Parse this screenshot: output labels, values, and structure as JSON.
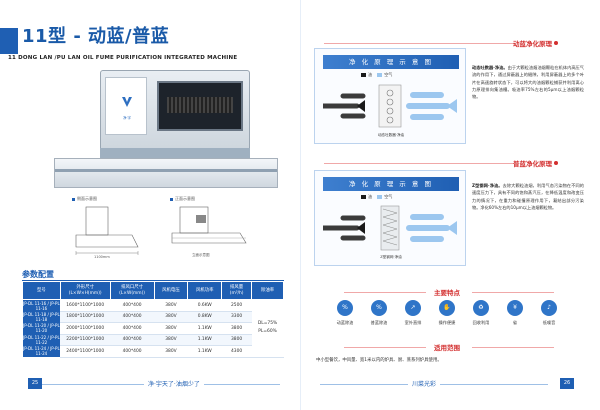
{
  "left_page": {
    "title": "11型 - 动蓝/普蓝",
    "subtitle": "11 DONG LAN /PU LAN OIL FUME PURIFICATION INTEGRATED MACHINE",
    "machine": {
      "logo_text": "净·宇"
    },
    "drawings": {
      "front_label": "侧面示意图",
      "side_label": "正面示意图",
      "dimension": "1100mm",
      "side_caption": "立面示意图"
    },
    "params": {
      "title": "参数配置",
      "headers": [
        "型号",
        "外形尺寸\n(L×W×H(mm))",
        "排风口尺寸\n(L×W(mm))",
        "风机电压",
        "风机功率",
        "排风量\n(m³/h)",
        "除油率"
      ],
      "rows": [
        {
          "model": "JP-DL 11-16 / JP-PL 11-16",
          "size": "1600*1100*1000",
          "outlet": "400*400",
          "voltage": "380V",
          "power": "0.6KW",
          "airflow": "2500"
        },
        {
          "model": "JP-DL 11-18 / JP-PL 11-18",
          "size": "1800*1100*1000",
          "outlet": "400*400",
          "voltage": "380V",
          "power": "0.8KW",
          "airflow": "3300"
        },
        {
          "model": "JP-DL 11-20 / JP-PL 11-20",
          "size": "2000*1100*1000",
          "outlet": "400*400",
          "voltage": "380V",
          "power": "1.1KW",
          "airflow": "3800"
        },
        {
          "model": "JP-DL 11-22 / JP-PL 11-22",
          "size": "2200*1100*1000",
          "outlet": "400*400",
          "voltage": "380V",
          "power": "1.1KW",
          "airflow": "3800"
        },
        {
          "model": "JP-DL 11-24 / JP-PL 11-24",
          "size": "2400*1100*1000",
          "outlet": "400*400",
          "voltage": "380V",
          "power": "1.1KW",
          "airflow": "4300"
        }
      ],
      "removal_rate": [
        "DL=75%",
        "PL=60%"
      ]
    },
    "page_number": "25",
    "slogan": "净·宇天了·油烟少了"
  },
  "right_page": {
    "dong_lan": {
      "heading": "动蓝净化原理",
      "banner": "净 化 原 理 示 意 图",
      "legend_oil": "油",
      "legend_air": "空气",
      "caption": "动态吐数器·净油",
      "desc_bold": "动态吐数器·净油。",
      "desc": "由于大颗粒油烟油烟颗粒在机体内高压气流的作用下，通过屏蔽器上的缝隙，利用屏蔽器上的多个叶片在高速旋转状态下，可以将大的油烟颗粒捕获并利用离心力原理排向集油槽。吸油率75%左右的5μm以上油烟颗粒物。"
    },
    "pu_lan": {
      "heading": "普蓝净化原理",
      "banner": "净 化 原 理 示 意 图",
      "legend_oil": "油",
      "legend_air": "空气",
      "caption": "Z型钢网·净油",
      "desc_bold": "Z型钢网·净油。",
      "desc": "去除大颗粒油烟，利用气态污染物在不同的速度压力下，具有不同的饱和蒸汽压，在降低温度和改变压力的情况下，在重力和碰撞原理作用下，凝结出部分污染物。净化60%左右的10μm以上油烟颗粒物。"
    },
    "features": {
      "heading": "主要特点",
      "items": [
        {
          "label": "动蓝除油",
          "glyph": "%",
          "icon": "oil-removal-icon"
        },
        {
          "label": "普蓝除油",
          "glyph": "%",
          "icon": "oil-filter-icon"
        },
        {
          "label": "室外直排",
          "glyph": "↗",
          "icon": "exhaust-icon"
        },
        {
          "label": "操作便捷",
          "glyph": "✋",
          "icon": "operation-icon"
        },
        {
          "label": "回收利用",
          "glyph": "♻",
          "icon": "recycle-icon"
        },
        {
          "label": "省",
          "glyph": "¥",
          "icon": "saving-icon"
        },
        {
          "label": "低噪音",
          "glyph": "♪",
          "icon": "low-noise-icon"
        }
      ]
    },
    "scope": {
      "heading": "适用范围",
      "text": "中小型餐饮，中风量、宽1米以内的炉具、厨、蒸系列炉具使用。"
    },
    "page_number": "26",
    "slogan": "川菜光彩"
  },
  "colors": {
    "brand_blue": "#1f5fb3",
    "accent_red": "#d32f2f",
    "oil": "#1a1a1a",
    "air": "#9cc7ef"
  }
}
